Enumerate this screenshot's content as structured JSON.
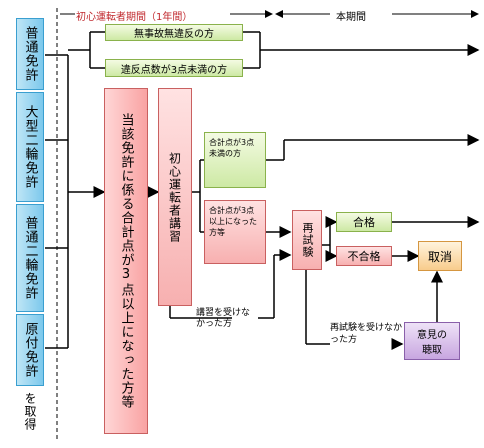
{
  "header": {
    "first_period": "初心運転者期間（1年間）",
    "main_period": "本期間"
  },
  "licenses": [
    "普通免許",
    "大型二輪免許",
    "普通二輪免許",
    "原付免許"
  ],
  "acquire": "を取得",
  "outcomes": {
    "no_violation": "無事故無違反の方",
    "under_3": "違反点数が3点未満の方"
  },
  "points_3plus": "当該免許に係る合計点が3点以上になった方等",
  "course": "初心運転者講習",
  "course_total_under3": "合計点が3点未満の方",
  "course_total_3plus": "合計点が3点以上になった方等",
  "retest": "再試験",
  "pass": "合格",
  "fail": "不合格",
  "revoke": "取消",
  "not_attended_course": "講習を受けなかった方",
  "not_attended_retest": "再試験を受けなかった方",
  "hearing": "意見の聴取"
}
